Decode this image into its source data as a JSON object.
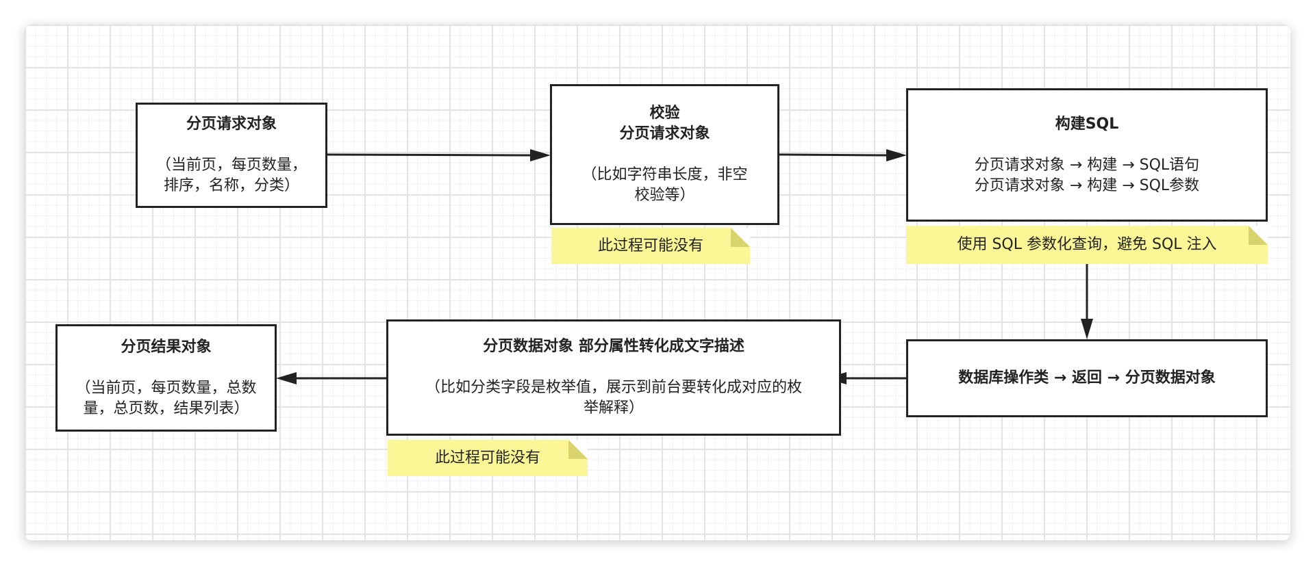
{
  "nodes": {
    "page_request": {
      "title": "分页请求对象",
      "detail_line1": "（当前页，每页数量，",
      "detail_line2": "排序，名称，分类）"
    },
    "validate": {
      "title_line1": "校验",
      "title_line2": "分页请求对象",
      "detail_line1": "（比如字符串长度，非空",
      "detail_line2": "校验等）"
    },
    "build_sql": {
      "title": "构建SQL",
      "detail_line1": "分页请求对象 → 构建 → SQL语句",
      "detail_line2": "分页请求对象 → 构建 → SQL参数"
    },
    "db_operation": {
      "title": "数据库操作类 → 返回 → 分页数据对象"
    },
    "page_data": {
      "title": "分页数据对象 部分属性转化成文字描述",
      "detail_line1": "（比如分类字段是枚举值，展示到前台要转化成对应的枚",
      "detail_line2": "举解释）"
    },
    "page_result": {
      "title": "分页结果对象",
      "detail_line1": "（当前页，每页数量，总数",
      "detail_line2": "量，总页数，结果列表）"
    }
  },
  "notes": {
    "validate_note": "此过程可能没有",
    "sql_note": "使用 SQL 参数化查询，避免 SQL 注入",
    "convert_note": "此过程可能没有"
  },
  "colors": {
    "note_fill": "#fbf796",
    "stroke": "#222222",
    "grid": "#e3e3e3"
  }
}
